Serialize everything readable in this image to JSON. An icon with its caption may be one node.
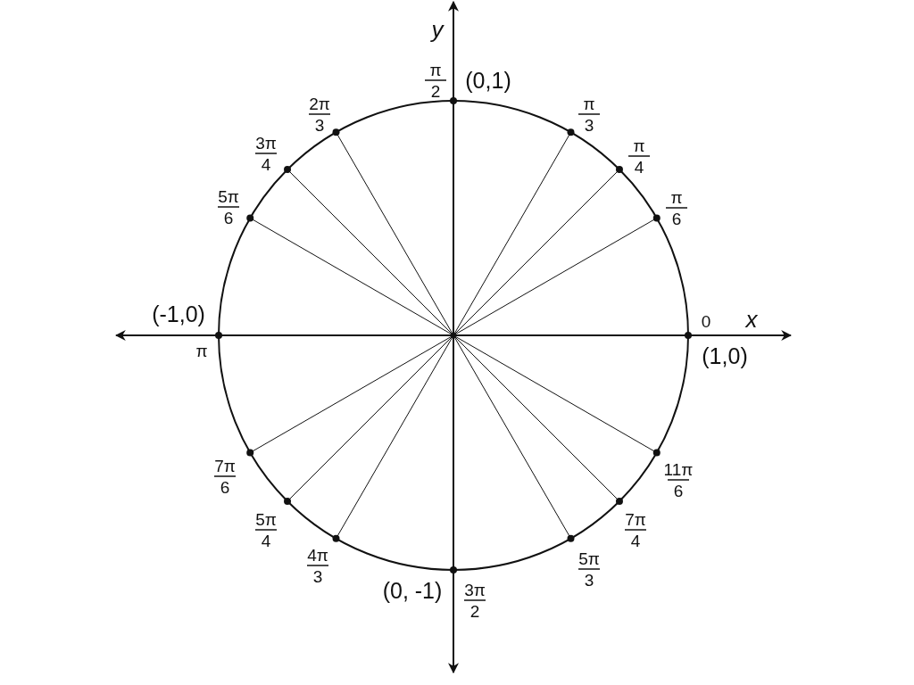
{
  "diagram": {
    "labels": [
      "y",
      "π",
      "2",
      "(0,1)",
      "2π",
      "3",
      "π",
      "3",
      "3π",
      "4",
      "π",
      "4",
      "5π",
      "6",
      "π",
      "6",
      "(-1,0)",
      "0",
      "x",
      "π",
      "(1,0)",
      "7π",
      "6",
      "11π",
      "6",
      "5π",
      "4",
      "7π",
      "4",
      "4π",
      "3",
      "5π",
      "3",
      "(0, -1)",
      "3π",
      "2"
    ]
  }
}
